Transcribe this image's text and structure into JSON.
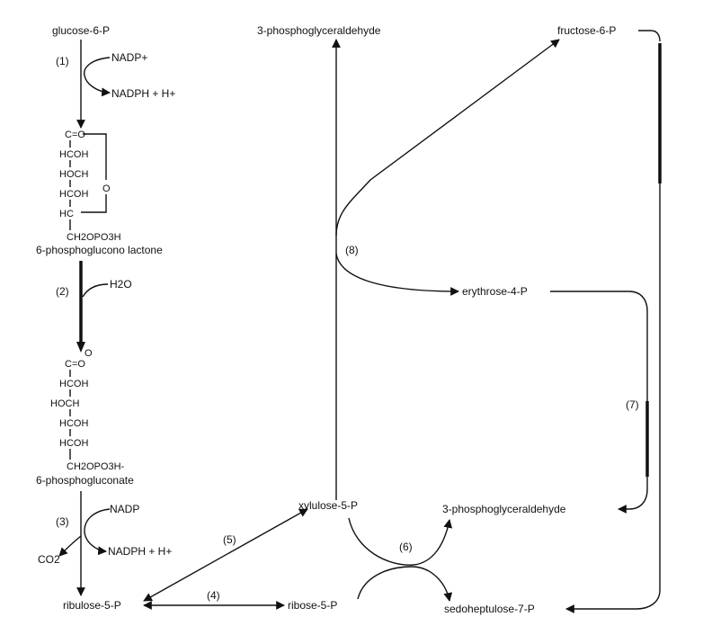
{
  "metabolites": {
    "glucose_6_p": "glucose-6-P",
    "nadp_1": "NADP+",
    "nadph_1": "NADPH + H+",
    "lactone": "6-phosphoglucono lactone",
    "h2o": "H2O",
    "gluconate": "6-phosphogluconate",
    "nadp_3": "NADP",
    "nadph_3": "NADPH + H+",
    "co2": "CO2",
    "ribulose_5_p": "ribulose-5-P",
    "ribose_5_p": "ribose-5-P",
    "xylulose_5_p": "xylulose-5-P",
    "g3p_top": "3-phosphoglyceraldehyde",
    "g3p_bottom": "3-phosphoglyceraldehyde",
    "fructose_6_p": "fructose-6-P",
    "erythrose_4_p": "erythrose-4-P",
    "sedoheptulose_7_p": "sedoheptulose-7-P"
  },
  "steps": {
    "s1": "(1)",
    "s2": "(2)",
    "s3": "(3)",
    "s4": "(4)",
    "s5": "(5)",
    "s6": "(6)",
    "s7": "(7)",
    "s8": "(8)"
  },
  "structures": {
    "lactone": {
      "c1": "C=O",
      "c2": "HCOH",
      "c3": "HOCH",
      "c4": "HCOH",
      "c5": "HC",
      "c6": "CH2OPO3H",
      "ring_o": "O"
    },
    "gluconate": {
      "c1": "C=O",
      "c1_o": "O",
      "c2": "HCOH",
      "c3": "HOCH",
      "c4": "HCOH",
      "c5": "HCOH",
      "c6": "CH2OPO3H-"
    }
  }
}
